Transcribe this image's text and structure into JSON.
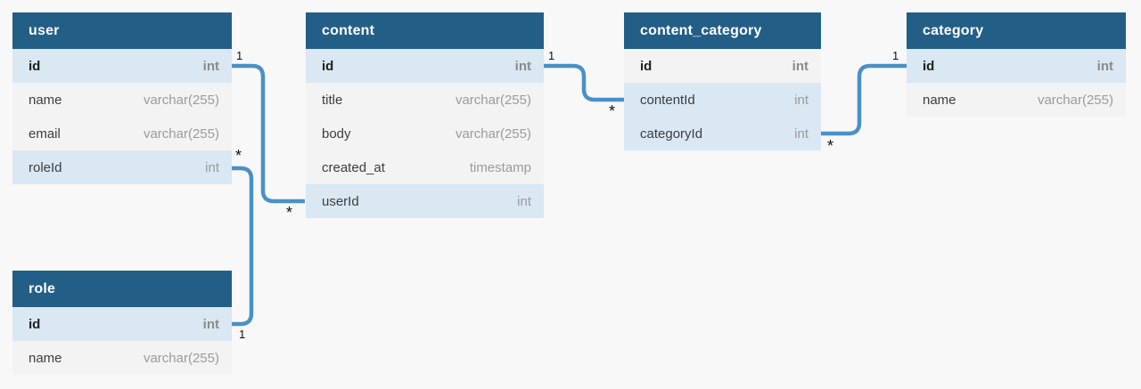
{
  "diagram_type": "database-schema",
  "colors": {
    "background": "#f8f8f8",
    "table_header": "#235e87",
    "table_header_text": "#ffffff",
    "row_highlight": "#d9e8f3",
    "row_normal": "#f3f3f3",
    "relation_line": "#4a90c6"
  },
  "tables": [
    {
      "name": "user",
      "fields": [
        {
          "name": "id",
          "type": "int",
          "key": true,
          "highlight": true
        },
        {
          "name": "name",
          "type": "varchar(255)",
          "key": false,
          "highlight": false
        },
        {
          "name": "email",
          "type": "varchar(255)",
          "key": false,
          "highlight": false
        },
        {
          "name": "roleId",
          "type": "int",
          "key": false,
          "highlight": true
        }
      ]
    },
    {
      "name": "content",
      "fields": [
        {
          "name": "id",
          "type": "int",
          "key": true,
          "highlight": true
        },
        {
          "name": "title",
          "type": "varchar(255)",
          "key": false,
          "highlight": false
        },
        {
          "name": "body",
          "type": "varchar(255)",
          "key": false,
          "highlight": false
        },
        {
          "name": "created_at",
          "type": "timestamp",
          "key": false,
          "highlight": false
        },
        {
          "name": "userId",
          "type": "int",
          "key": false,
          "highlight": true
        }
      ]
    },
    {
      "name": "content_category",
      "fields": [
        {
          "name": "id",
          "type": "int",
          "key": true,
          "highlight": false
        },
        {
          "name": "contentId",
          "type": "int",
          "key": false,
          "highlight": true
        },
        {
          "name": "categoryId",
          "type": "int",
          "key": false,
          "highlight": true
        }
      ]
    },
    {
      "name": "category",
      "fields": [
        {
          "name": "id",
          "type": "int",
          "key": true,
          "highlight": true
        },
        {
          "name": "name",
          "type": "varchar(255)",
          "key": false,
          "highlight": false
        }
      ]
    },
    {
      "name": "role",
      "fields": [
        {
          "name": "id",
          "type": "int",
          "key": true,
          "highlight": true
        },
        {
          "name": "name",
          "type": "varchar(255)",
          "key": false,
          "highlight": false
        }
      ]
    }
  ],
  "relations": [
    {
      "from_table": "user",
      "from_field": "id",
      "from_cardinality": "1",
      "to_table": "content",
      "to_field": "userId",
      "to_cardinality": "*"
    },
    {
      "from_table": "content",
      "from_field": "id",
      "from_cardinality": "1",
      "to_table": "content_category",
      "to_field": "contentId",
      "to_cardinality": "*"
    },
    {
      "from_table": "category",
      "from_field": "id",
      "from_cardinality": "1",
      "to_table": "content_category",
      "to_field": "categoryId",
      "to_cardinality": "*"
    },
    {
      "from_table": "role",
      "from_field": "id",
      "from_cardinality": "1",
      "to_table": "user",
      "to_field": "roleId",
      "to_cardinality": "*"
    }
  ]
}
